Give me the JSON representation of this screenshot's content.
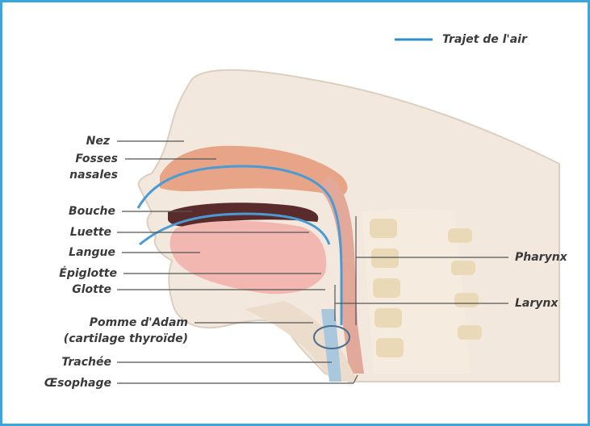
{
  "legend": {
    "label": "Trajet de l'air",
    "line_color": "#2d8fd0"
  },
  "labels": {
    "nez": "Nez",
    "fosses_1": "Fosses",
    "fosses_2": "nasales",
    "bouche": "Bouche",
    "luette": "Luette",
    "langue": "Langue",
    "epiglotte": "Épiglotte",
    "glotte": "Glotte",
    "pomme_1": "Pomme d'Adam",
    "pomme_2": "(cartilage thyroïde)",
    "trachee": "Trachée",
    "oesophage": "Œsophage",
    "pharynx": "Pharynx",
    "larynx": "Larynx"
  },
  "colors": {
    "frame": "#3aa6dc",
    "skin": "#efe3d6",
    "cavity": "#e9a88c",
    "tongue": "#f2b7b0",
    "bone": "#ead9b6",
    "airflow": "#4a9bd3"
  }
}
